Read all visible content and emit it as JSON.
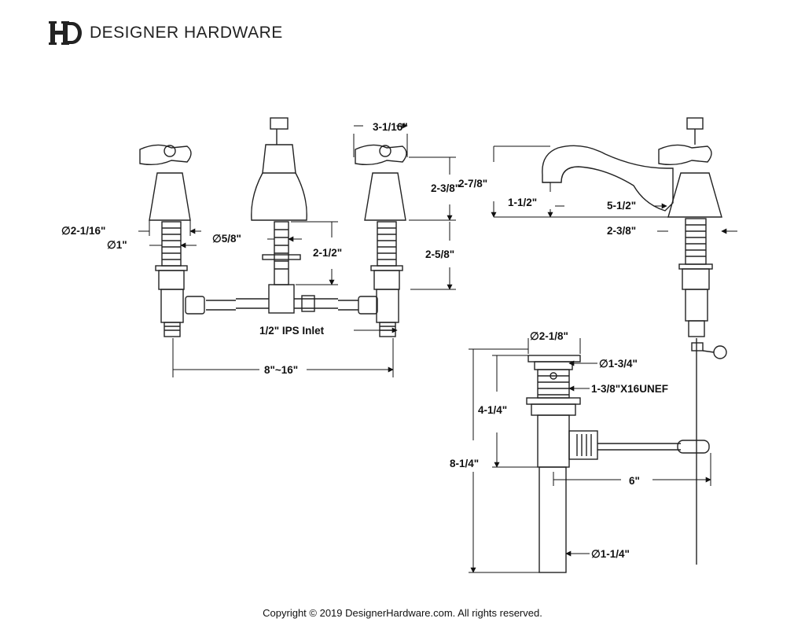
{
  "header": {
    "logo_icon": "hd-monogram-logo",
    "brand": "DESIGNER HARDWARE"
  },
  "dimensions": {
    "handle_width": "3-1/16\"",
    "handle_height": "2-3/8\"",
    "spout_height": "2-7/8\"",
    "spout_clearance": "1-1/2\"",
    "spout_reach": "5-1/2\"",
    "side_base": "2-3/8\"",
    "base_diameter": "∅2-1/16\"",
    "shank_diameter": "∅1\"",
    "spout_shank_diameter": "∅5/8\"",
    "spout_shank_length": "2-1/2\"",
    "valve_shank_length": "2-5/8\"",
    "inlet": "1/2\" IPS Inlet",
    "spread": "8\"~16\"",
    "drain_flange": "∅2-1/8\"",
    "drain_body": "∅1-3/4\"",
    "drain_thread": "1-3/8\"X16UNEF",
    "drain_height": "4-1/4\"",
    "drain_total": "8-1/4\"",
    "lift_rod_reach": "6\"",
    "tailpiece": "∅1-1/4\""
  },
  "footer": {
    "copyright": "Copyright © 2019 DesignerHardware.com. All rights reserved."
  }
}
